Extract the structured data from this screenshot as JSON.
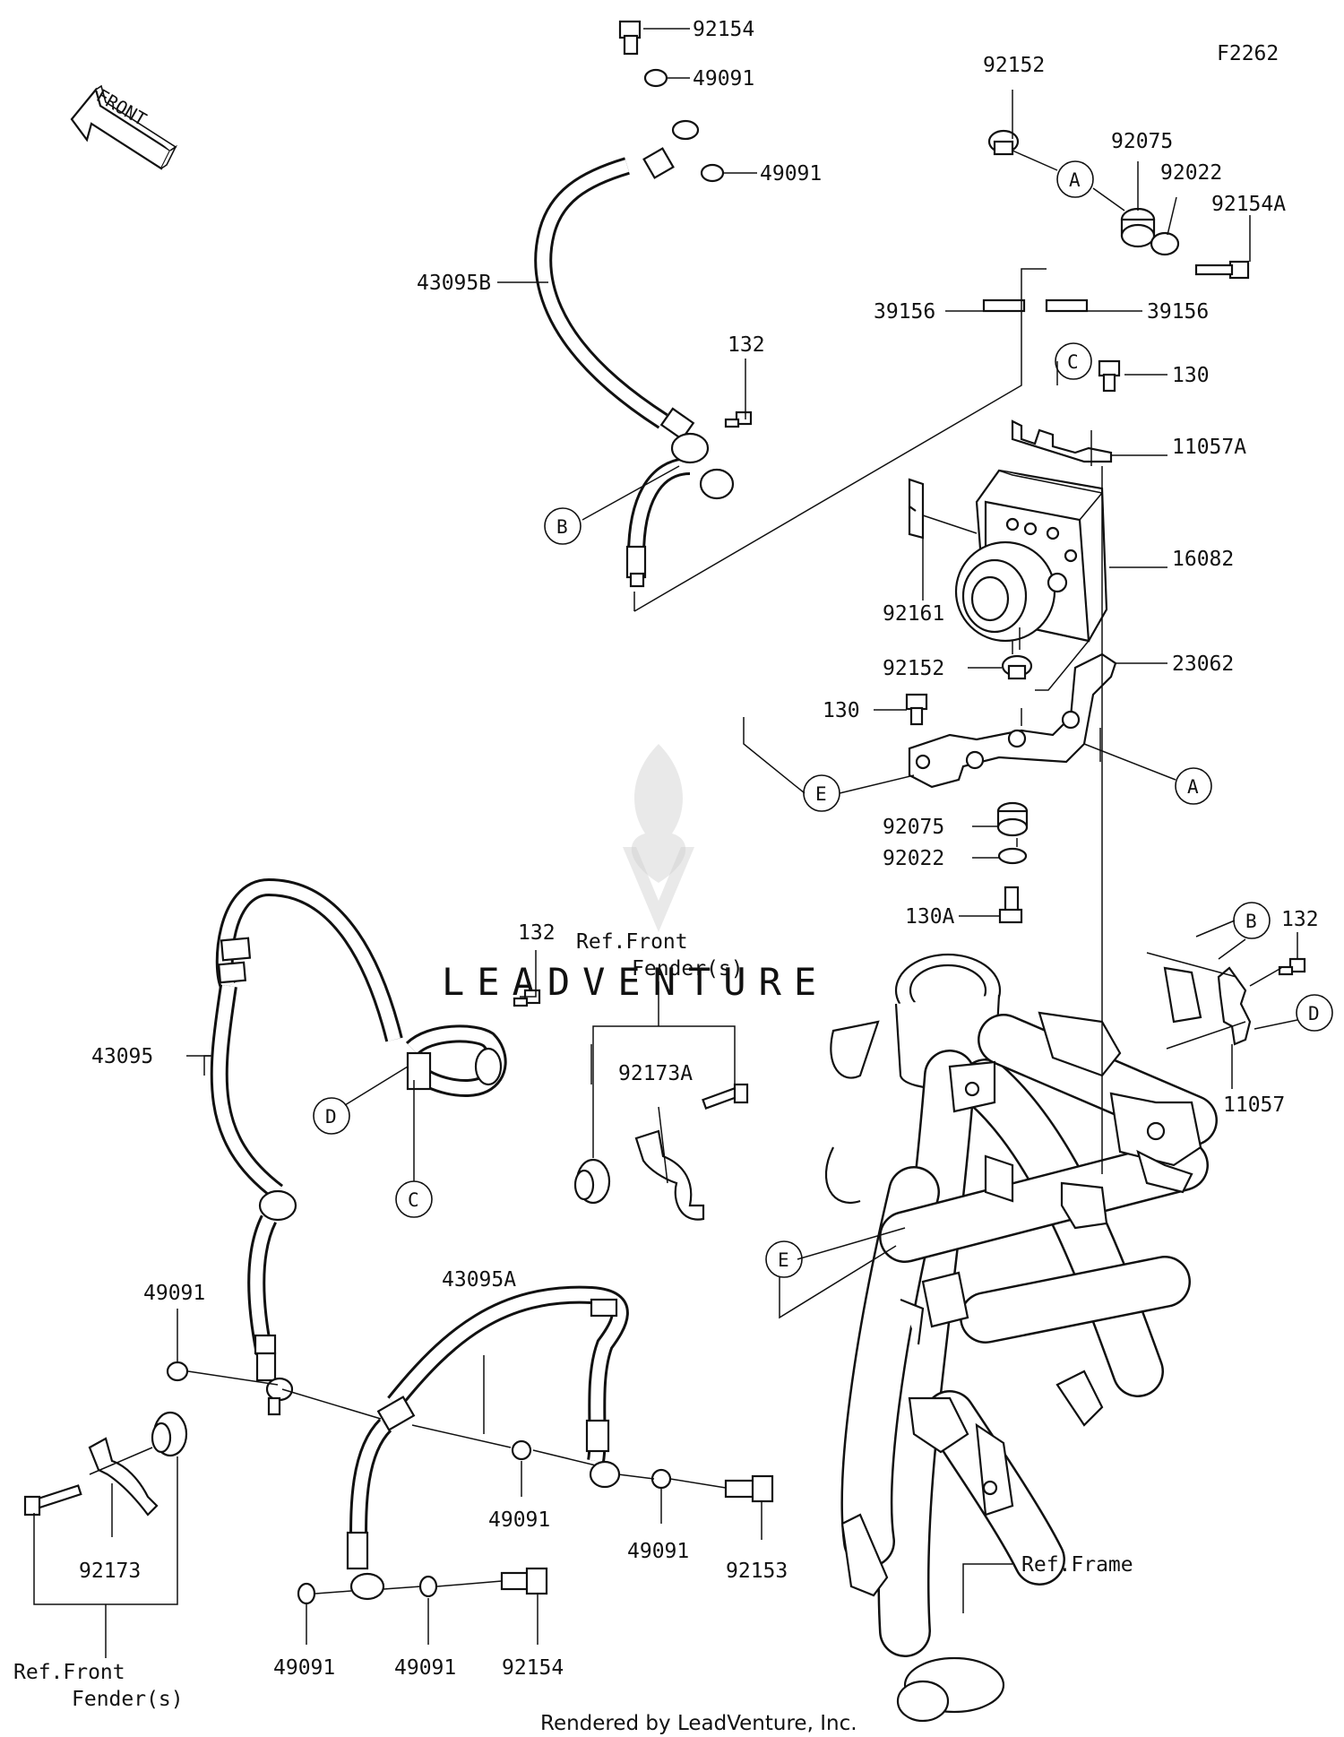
{
  "diagram_code": "F2262",
  "front_label": "FRONT",
  "footer": "Rendered by LeadVenture, Inc.",
  "watermark": "LEADVENTURE",
  "callouts": {
    "a1": "A",
    "a2": "A",
    "b1": "B",
    "b2": "B",
    "c1": "C",
    "c2": "C",
    "d1": "D",
    "d2": "D",
    "e1": "E",
    "e2": "E"
  },
  "labels": {
    "p92154_top": "92154",
    "p49091_top1": "49091",
    "p49091_top2": "49091",
    "p43095B": "43095B",
    "p132_top": "132",
    "p92152_top": "92152",
    "p92075_top": "92075",
    "p92022_top": "92022",
    "p92154A": "92154A",
    "p39156_left": "39156",
    "p39156_right": "39156",
    "p130_top": "130",
    "p11057A": "11057A",
    "p16082": "16082",
    "p92161": "92161",
    "p92152_mid": "92152",
    "p23062": "23062",
    "p130_mid": "130",
    "p92075_mid": "92075",
    "p92022_mid": "92022",
    "p130A": "130A",
    "p132_right": "132",
    "p11057": "11057",
    "p132_mid": "132",
    "ref_front_fender_top_1": "Ref.Front",
    "ref_front_fender_top_2": "Fender(s)",
    "p92173A": "92173A",
    "p43095": "43095",
    "p43095A": "43095A",
    "p49091_left": "49091",
    "p49091_mid1": "49091",
    "p49091_mid2": "49091",
    "p92153": "92153",
    "p92173": "92173",
    "p49091_bot1": "49091",
    "p49091_bot2": "49091",
    "p92154_bot": "92154",
    "ref_front_fender_bot_1": "Ref.Front",
    "ref_front_fender_bot_2": "Fender(s)",
    "ref_frame": "Ref.Frame"
  }
}
